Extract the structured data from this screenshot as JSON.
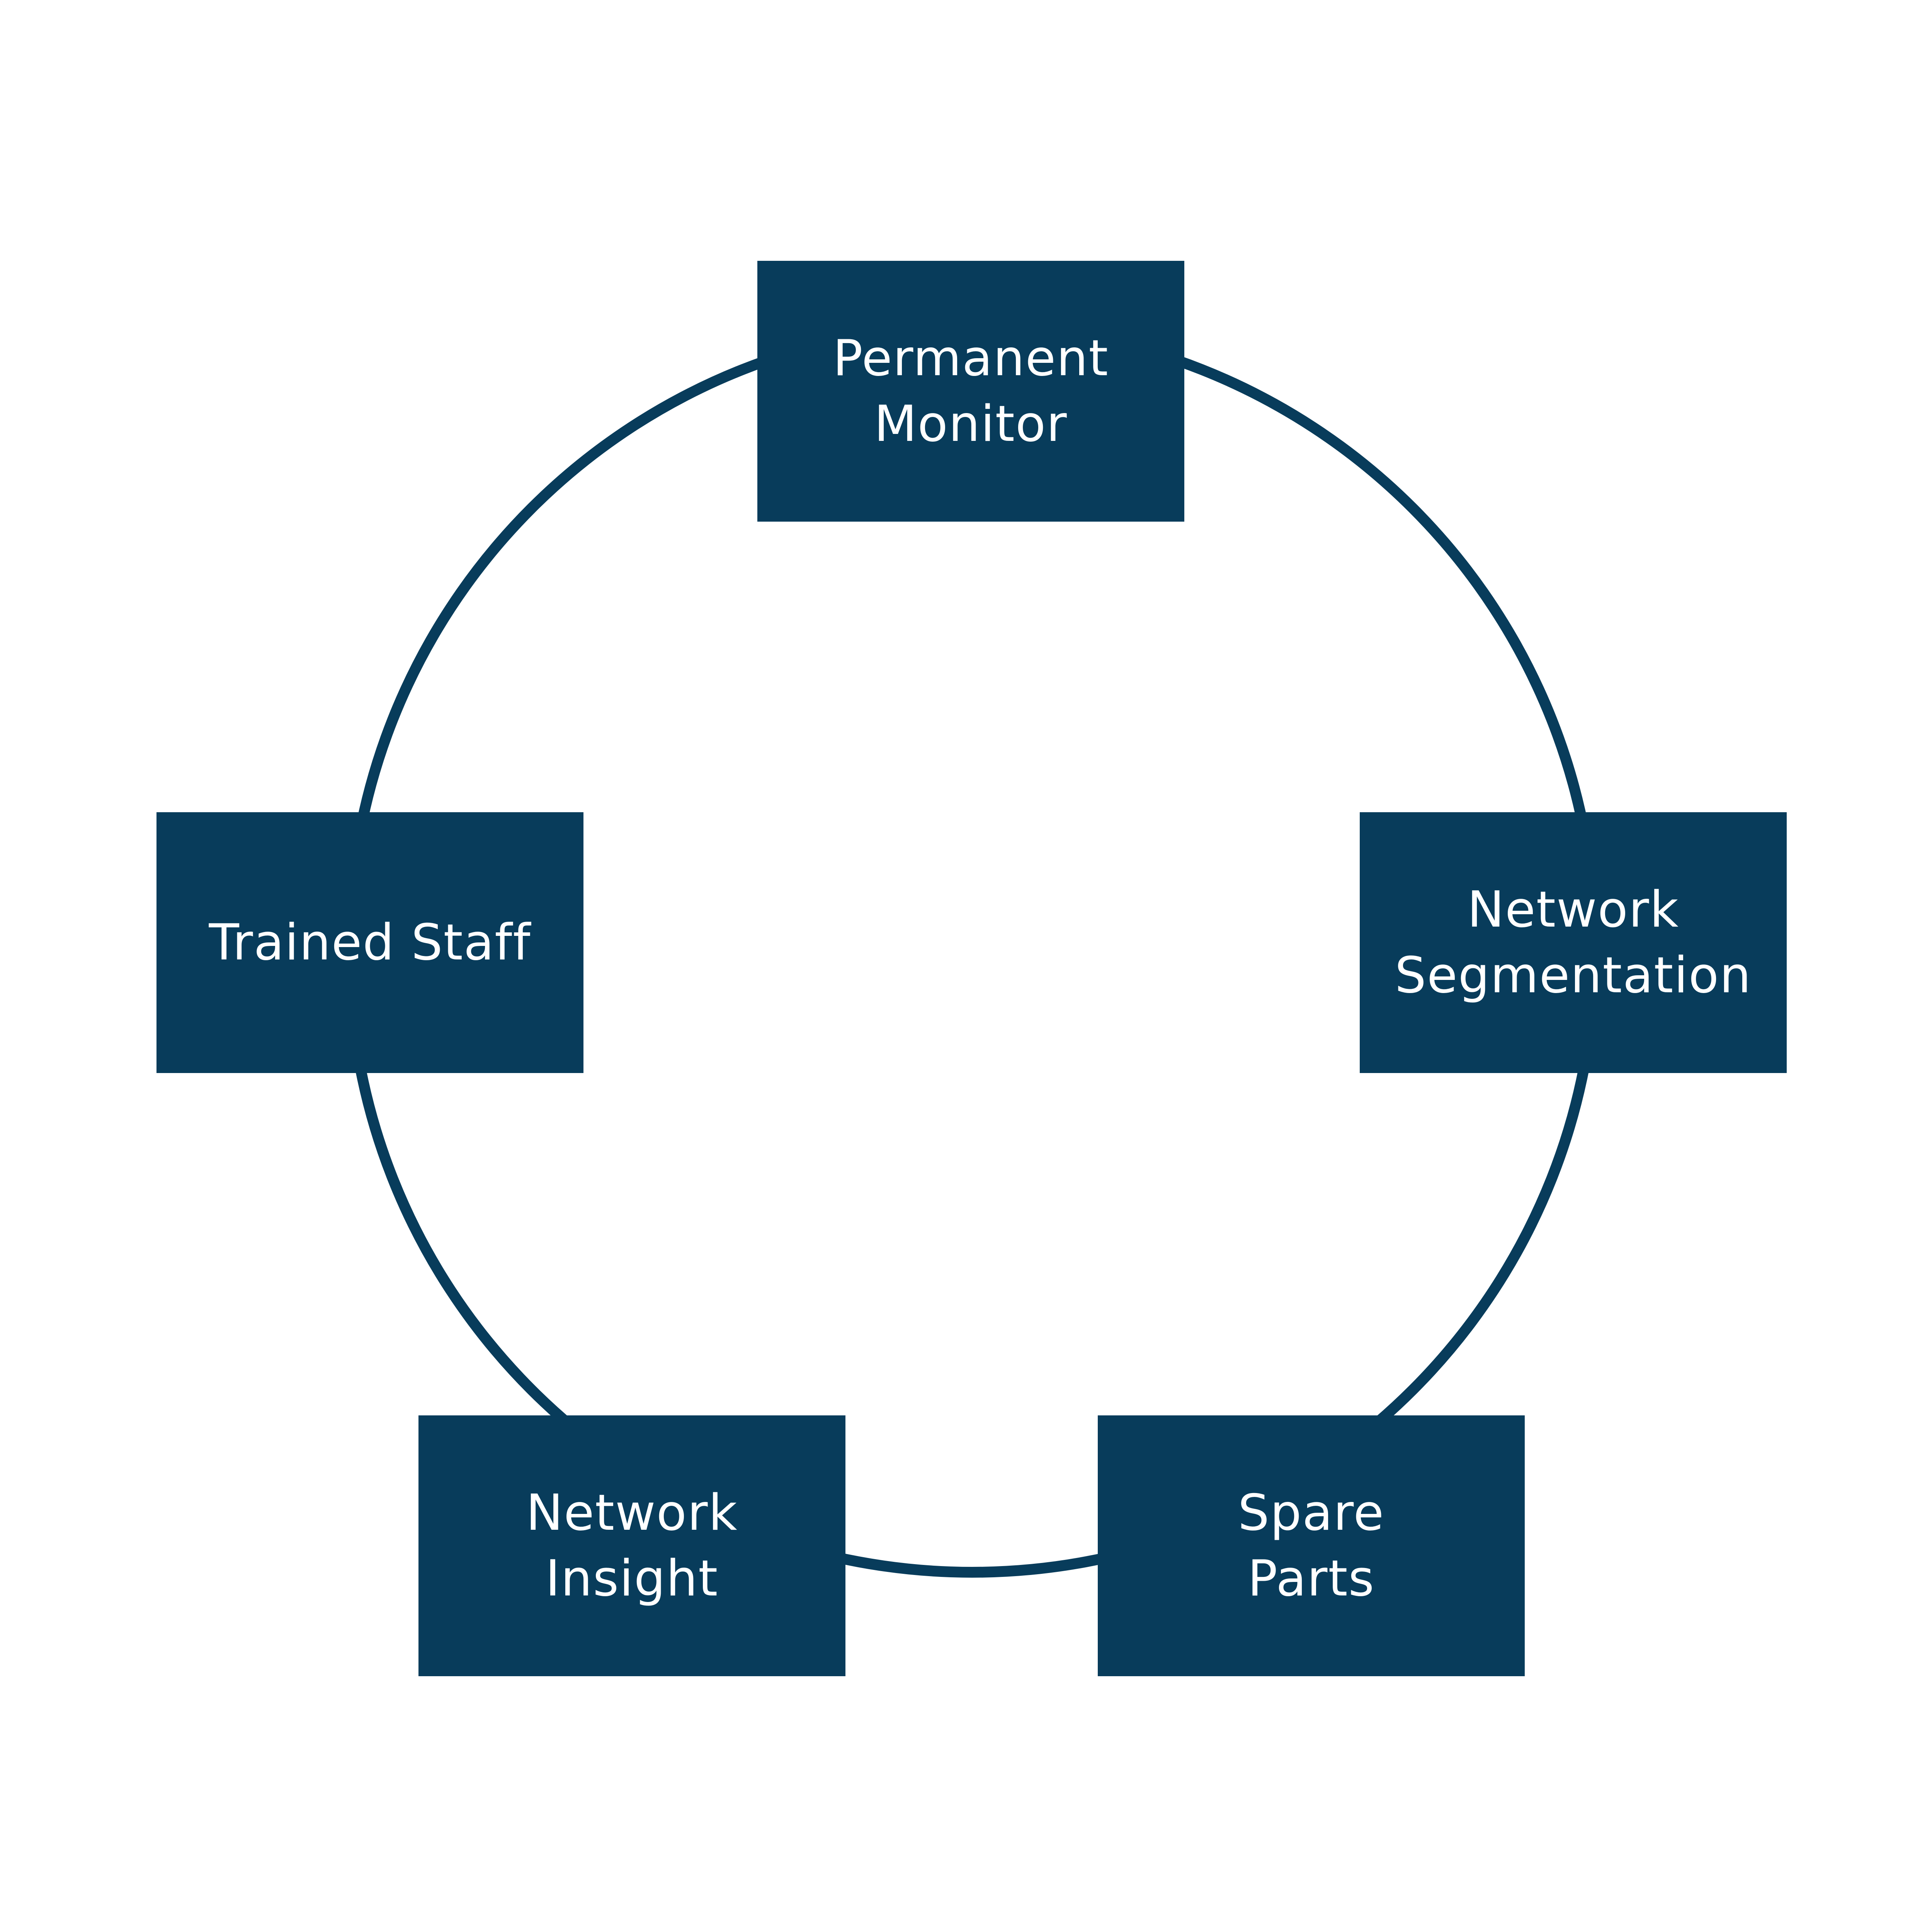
{
  "colors": {
    "box_fill": "#083C5B",
    "ring_stroke": "#083C5B",
    "text": "#FFFFFF",
    "background": "#FFFFFF"
  },
  "nodes": [
    {
      "id": "permanent-monitor",
      "lines": [
        "Permanent",
        "Monitor"
      ]
    },
    {
      "id": "network-segmentation",
      "lines": [
        "Network",
        "Segmentation"
      ]
    },
    {
      "id": "spare-parts",
      "lines": [
        "Spare",
        "Parts"
      ]
    },
    {
      "id": "network-insight",
      "lines": [
        "Network",
        "Insight"
      ]
    },
    {
      "id": "trained-staff",
      "lines": [
        "Trained Staff"
      ]
    }
  ]
}
